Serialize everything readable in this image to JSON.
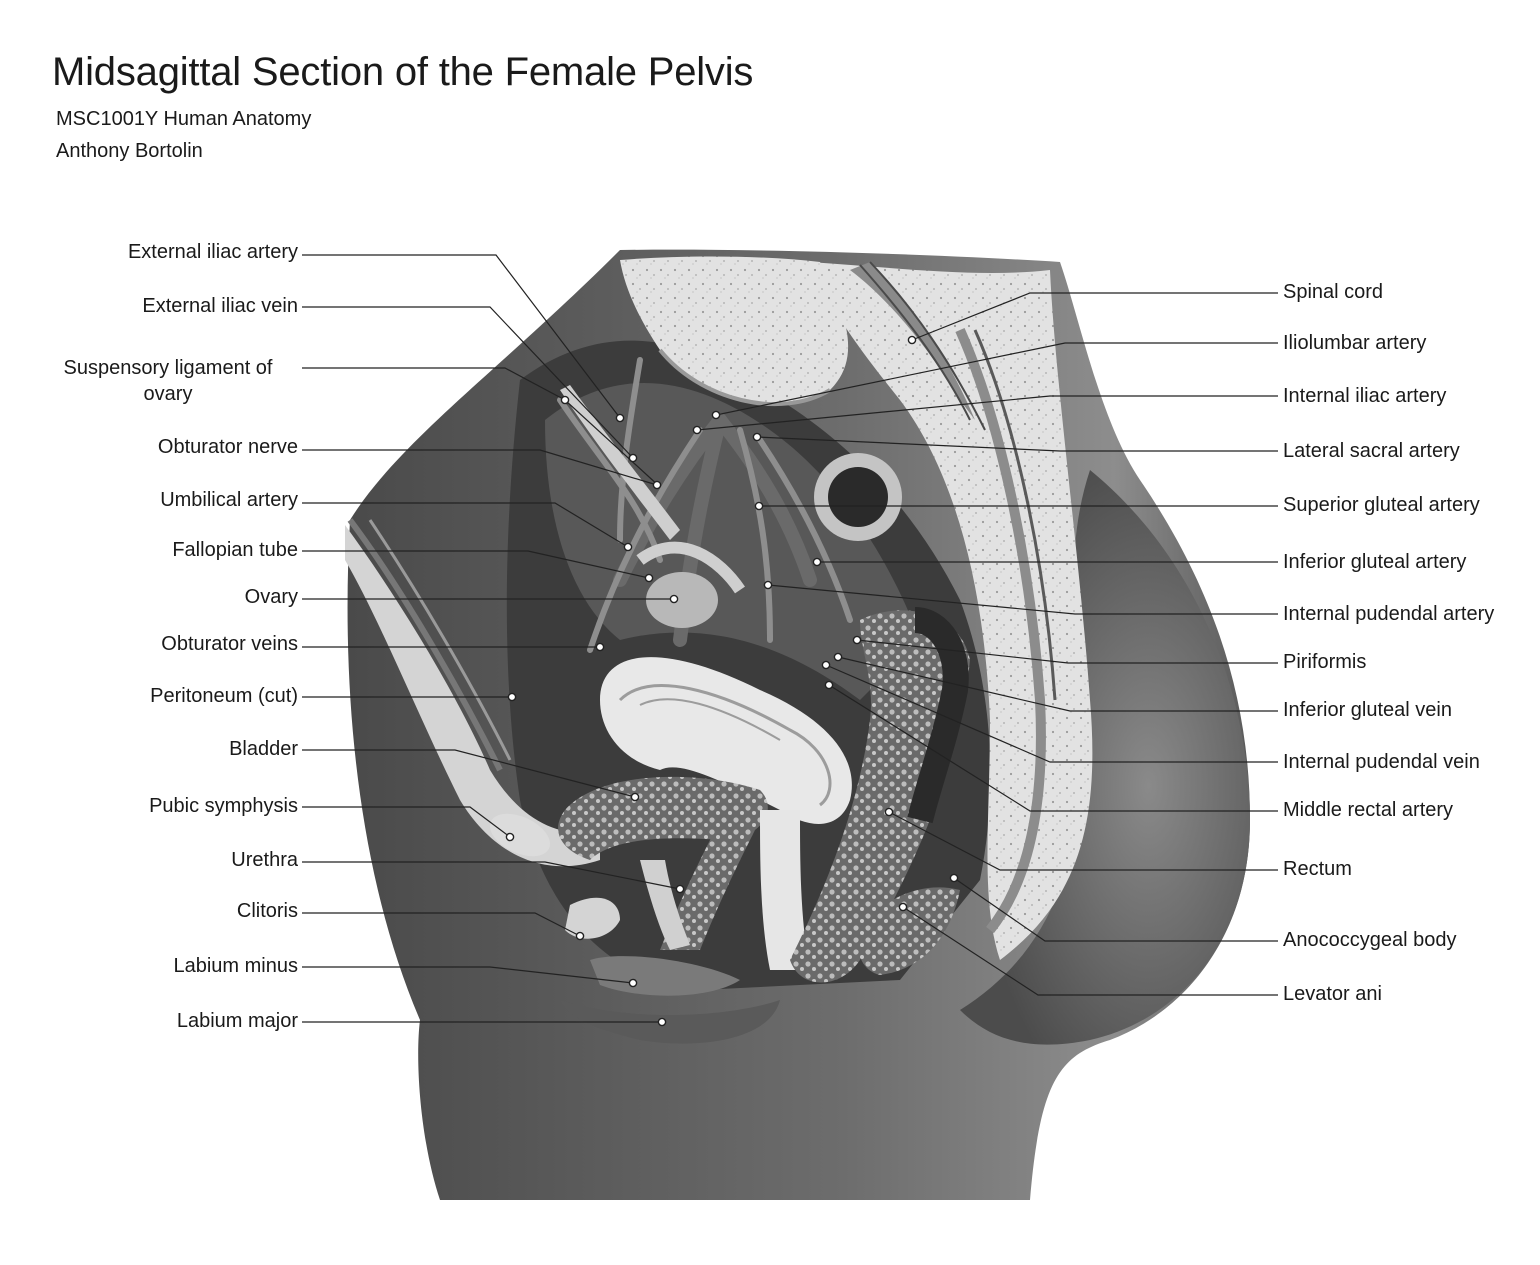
{
  "title": "Midsagittal Section of the Female Pelvis",
  "course": "MSC1001Y Human Anatomy",
  "author": "Anthony Bortolin",
  "labels_left": [
    "External iliac artery",
    "External iliac vein",
    "Suspensory ligament of ovary",
    "Obturator nerve",
    "Umbilical artery",
    "Fallopian tube",
    "Ovary",
    "Obturator veins",
    "Peritoneum (cut)",
    "Bladder",
    "Pubic symphysis",
    "Urethra",
    "Clitoris",
    "Labium minus",
    "Labium major"
  ],
  "labels_right": [
    "Spinal cord",
    "Iliolumbar artery",
    "Internal iliac artery",
    "Lateral sacral artery",
    "Superior gluteal artery",
    "Inferior gluteal artery",
    "Internal pudendal artery",
    "Piriformis",
    "Inferior gluteal vein",
    "Internal pudendal vein",
    "Middle rectal artery",
    "Rectum",
    "Anococcygeal body",
    "Levator ani"
  ]
}
